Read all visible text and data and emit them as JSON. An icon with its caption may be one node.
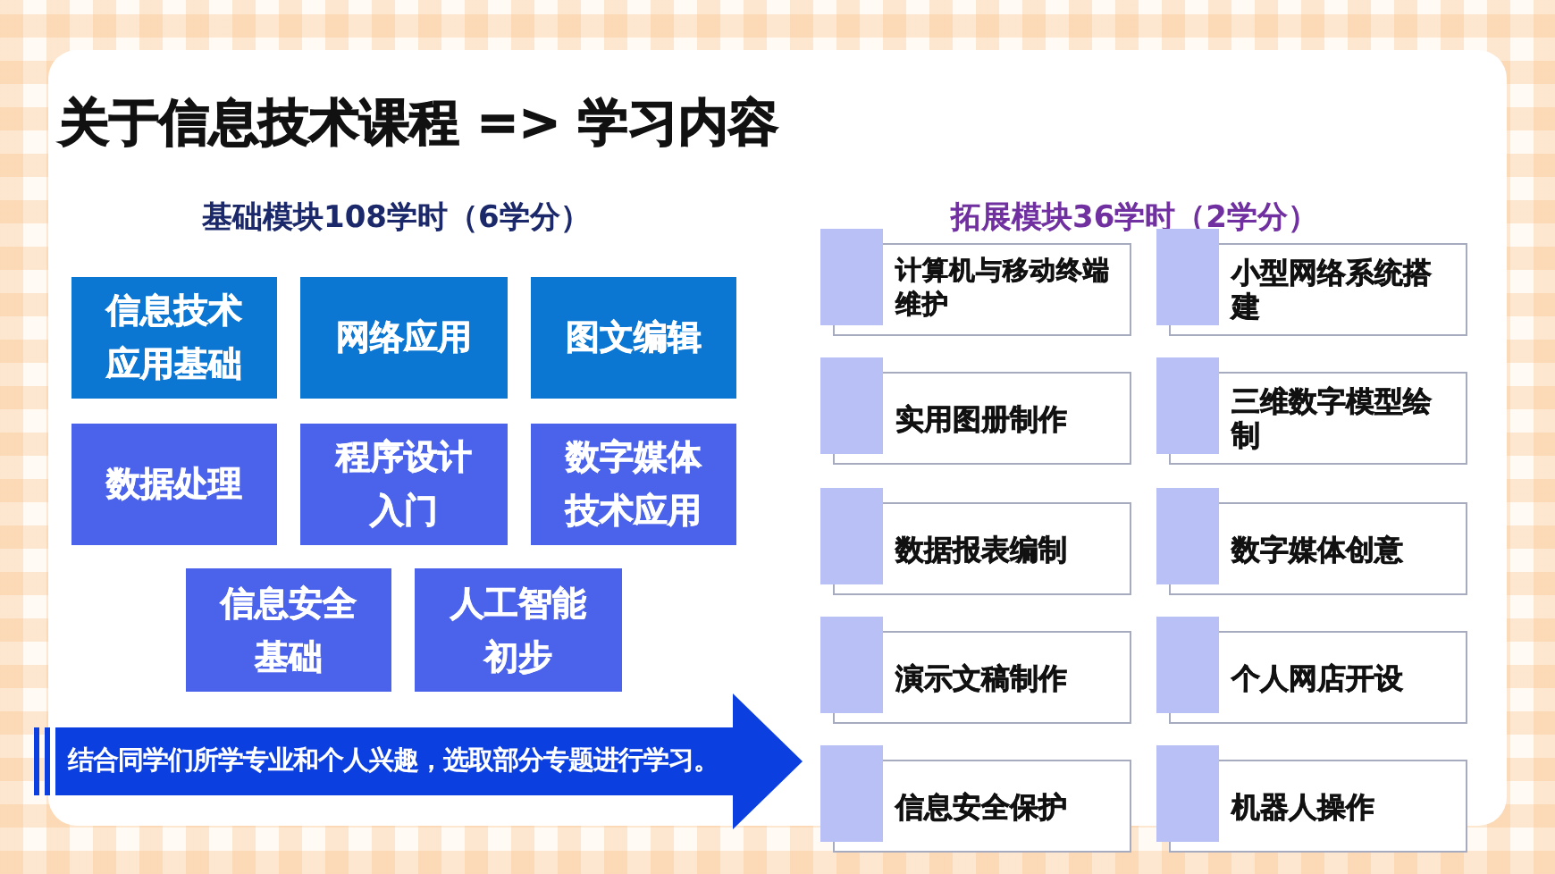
{
  "diagram": {
    "title": "关于信息技术课程 => 学习内容",
    "nodes": [
      {
        "text": [
          "信息技术应用基础"
        ]
      },
      {
        "text": [
          "网络应用"
        ]
      },
      {
        "text": [
          "图文编辑"
        ]
      },
      {
        "text": [
          "数据处理"
        ]
      },
      {
        "text": [
          "程序设计入门"
        ]
      },
      {
        "text": [
          "数字媒体技术应用"
        ]
      },
      {
        "text": [
          "信息安全基础"
        ]
      },
      {
        "text": [
          "人工智能初步"
        ]
      },
      {
        "text": [
          "结合同学们所学专业和个人兴趣，选取部分专题进行学习。"
        ]
      },
      {
        "text": [
          "计算机与移动终端维护"
        ]
      },
      {
        "text": [
          "小型网络系统搭建"
        ]
      },
      {
        "text": [
          "实用图册制作"
        ]
      },
      {
        "text": [
          "三维数字模型绘制"
        ]
      },
      {
        "text": [
          "数据报表编制"
        ]
      },
      {
        "text": [
          "数字媒体创意"
        ]
      },
      {
        "text": [
          "演示文稿制作"
        ]
      },
      {
        "text": [
          "个人网店开设"
        ]
      },
      {
        "text": [
          "信息安全保护"
        ]
      },
      {
        "text": [
          "机器人操作"
        ]
      }
    ],
    "labels": [
      "基础模块108学时（6学分）",
      "拓展模块36学时（2学分）"
    ]
  }
}
